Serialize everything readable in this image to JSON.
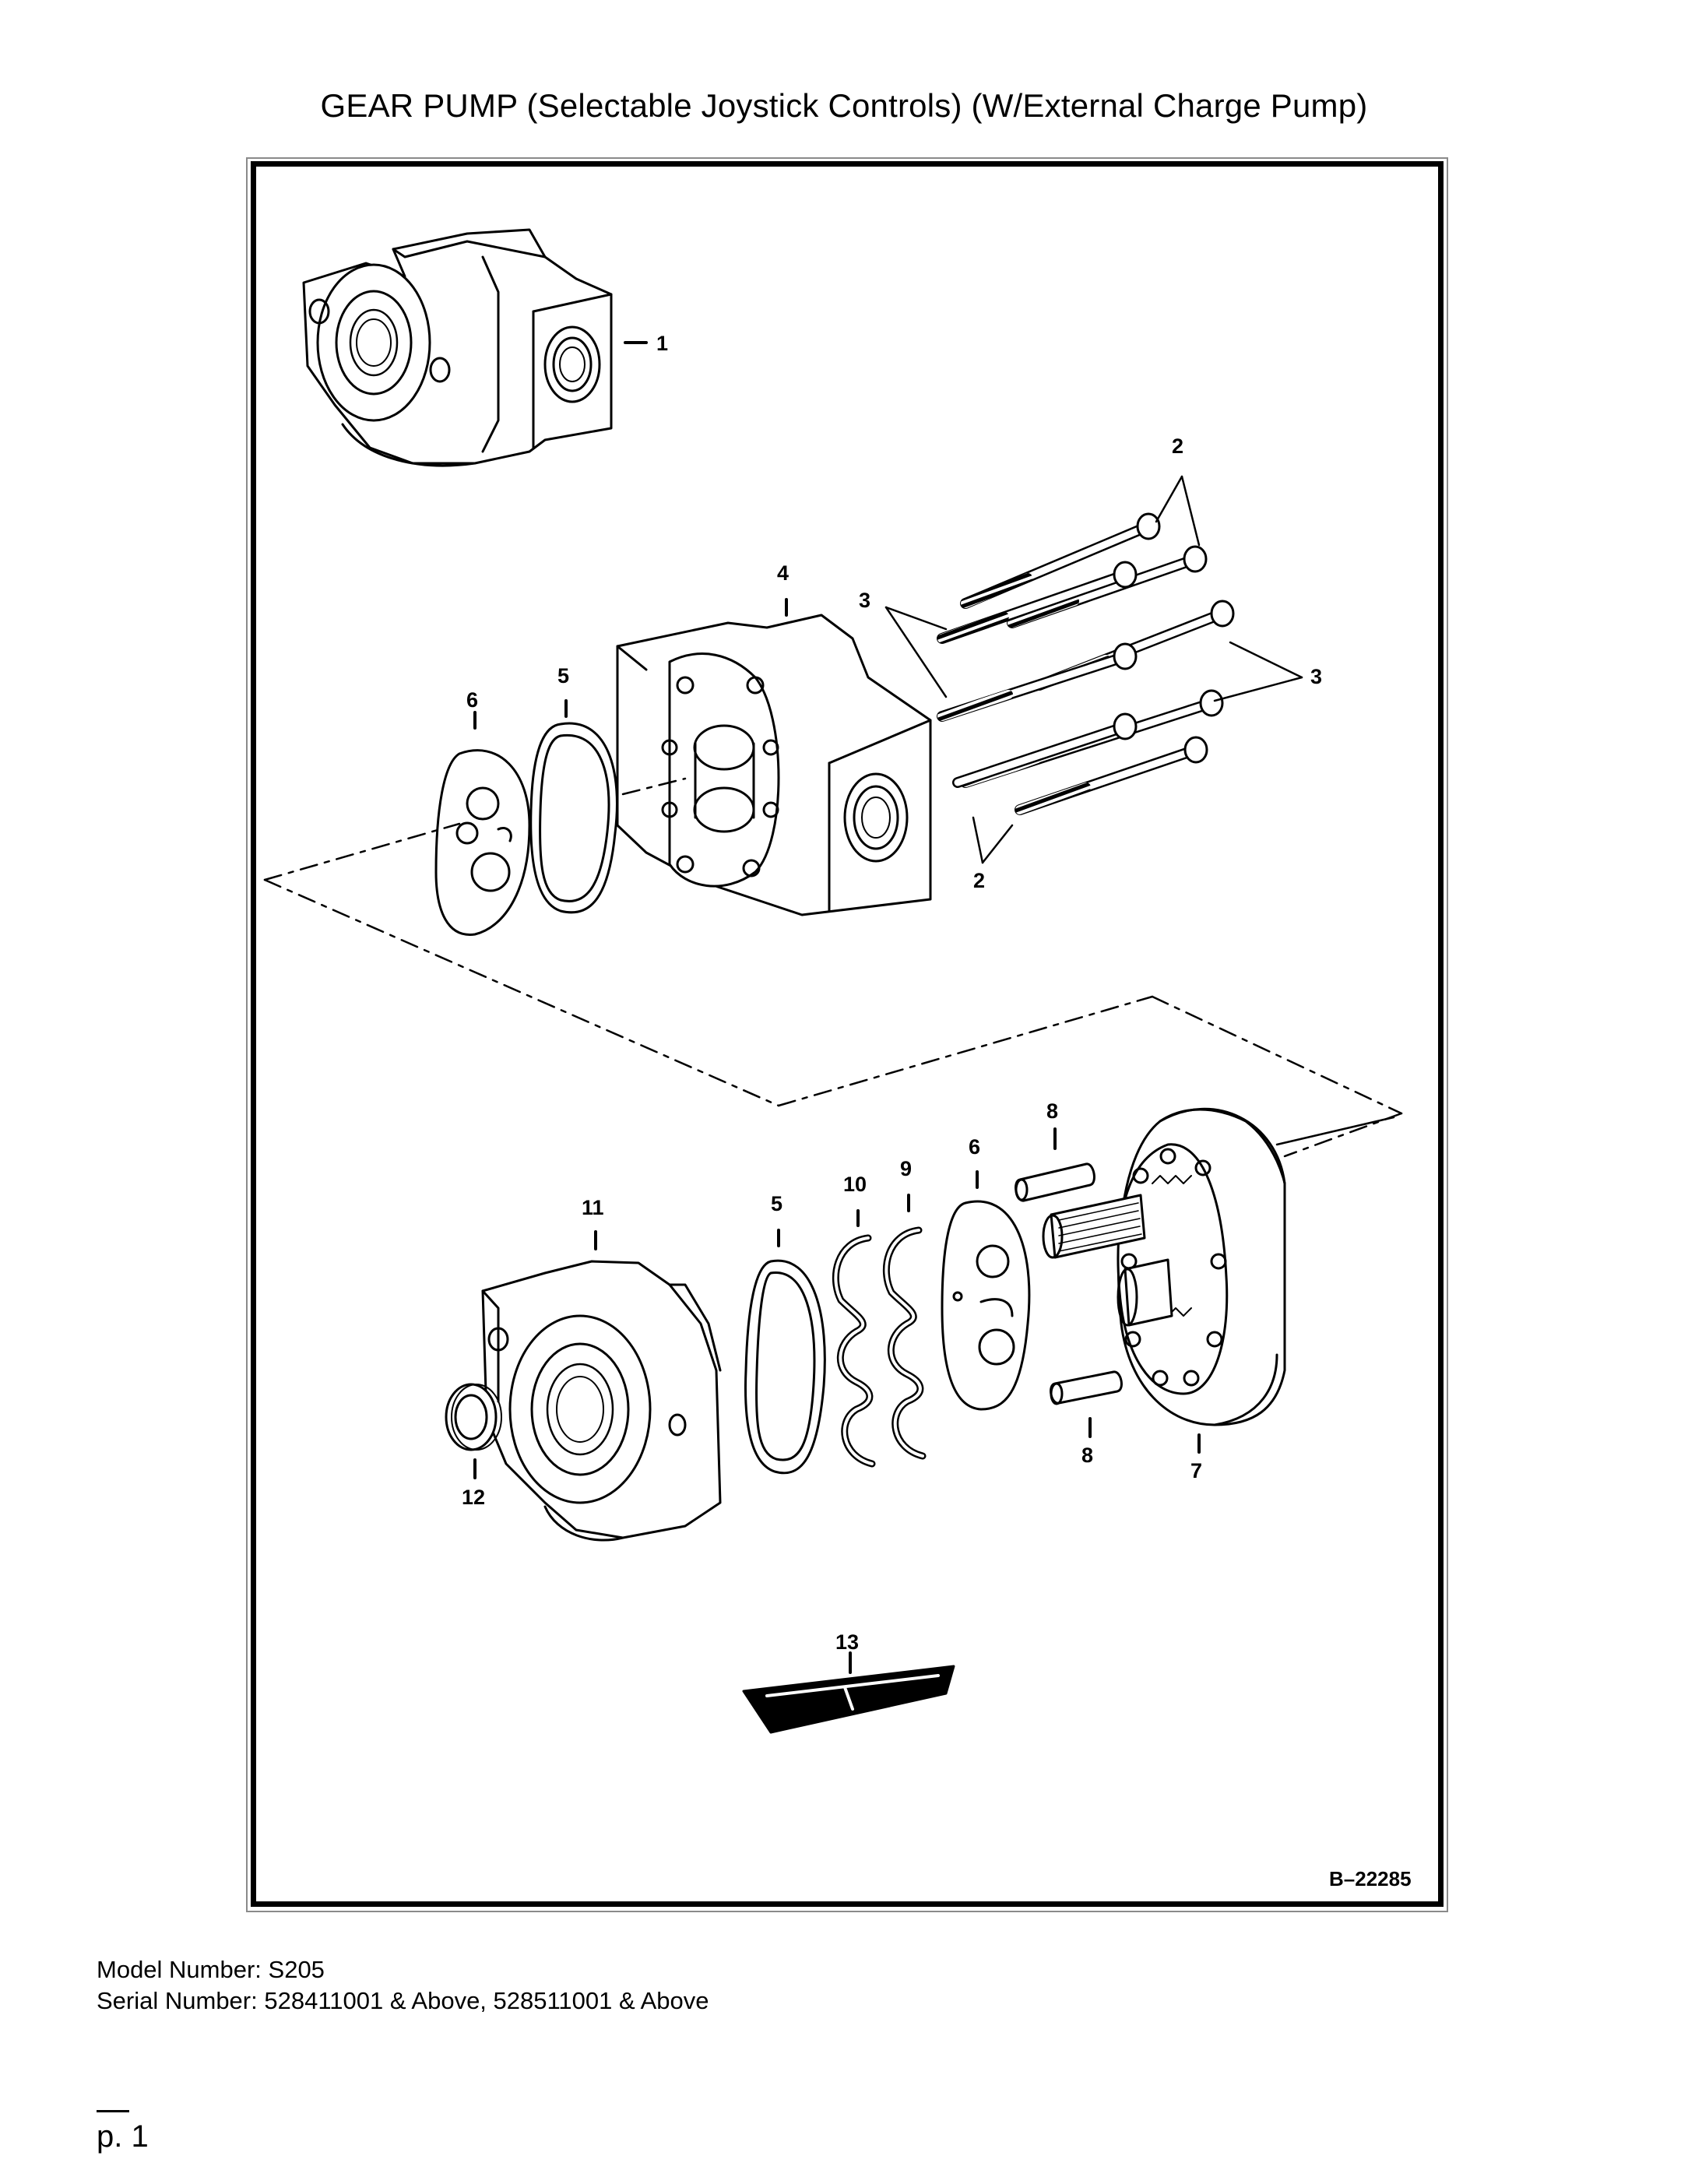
{
  "page": {
    "title": "GEAR PUMP (Selectable Joystick Controls) (W/External Charge Pump)",
    "model_number": "Model Number: S205",
    "serial_number": "Serial Number: 528411001 & Above, 528511001 & Above",
    "page_label": "p. 1"
  },
  "diagram": {
    "drawing_code": "B–22285",
    "callouts": {
      "c1": "1",
      "c2_top": "2",
      "c2_bottom": "2",
      "c3_left": "3",
      "c3_right": "3",
      "c4": "4",
      "c5_top": "5",
      "c5_bottom": "5",
      "c6_top": "6",
      "c6_bottom": "6",
      "c7": "7",
      "c8_top": "8",
      "c8_bottom": "8",
      "c9": "9",
      "c10": "10",
      "c11": "11",
      "c12": "12",
      "c13": "13"
    }
  },
  "colors": {
    "ink": "#000000",
    "paper": "#ffffff",
    "frame_outer": "#8a8a8a",
    "shade": "#d9d9d9"
  }
}
